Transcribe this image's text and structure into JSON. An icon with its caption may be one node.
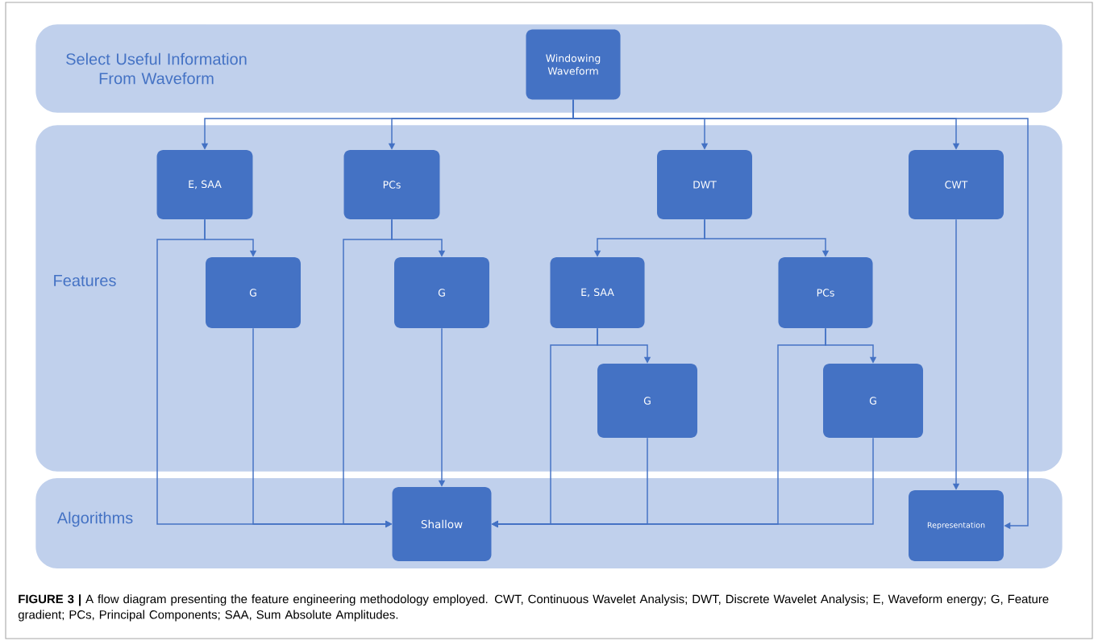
{
  "diagram": {
    "nodes": [
      {
        "text": [
          "Select Useful Information From Waveform"
        ]
      },
      {
        "text": [
          "Windowing Waveform"
        ],
        "in": 0
      },
      {
        "text": [
          "Features"
        ]
      },
      {
        "text": [
          "E, SAA"
        ],
        "in": 2
      },
      {
        "text": [
          "PCs"
        ],
        "in": 2
      },
      {
        "text": [
          "DWT"
        ],
        "in": 2
      },
      {
        "text": [
          "CWT"
        ],
        "in": 2
      },
      {
        "text": [
          "G"
        ],
        "in": 2
      },
      {
        "text": [
          "G"
        ],
        "in": 2
      },
      {
        "text": [
          "E, SAA"
        ],
        "in": 2
      },
      {
        "text": [
          "PCs"
        ],
        "in": 2
      },
      {
        "text": [
          "G"
        ],
        "in": 2
      },
      {
        "text": [
          "G"
        ],
        "in": 2
      },
      {
        "text": [
          "Algorithms"
        ]
      },
      {
        "text": [
          "Shallow"
        ],
        "in": 13
      },
      {
        "text": [
          "Representation"
        ],
        "in": 13
      }
    ],
    "edges": [
      {
        "from": 1,
        "to": 3,
        "arrow": "to"
      },
      {
        "from": 1,
        "to": 4,
        "arrow": "to"
      },
      {
        "from": 1,
        "to": 5,
        "arrow": "to"
      },
      {
        "from": 1,
        "to": 6,
        "arrow": "to"
      },
      {
        "from": 1,
        "to": 15,
        "arrow": "to"
      },
      {
        "from": 3,
        "to": 7,
        "arrow": "to"
      },
      {
        "from": 3,
        "to": 14,
        "arrow": "to"
      },
      {
        "from": 7,
        "to": 14,
        "arrow": "to"
      },
      {
        "from": 4,
        "to": 8,
        "arrow": "to"
      },
      {
        "from": 4,
        "to": 14,
        "arrow": "to"
      },
      {
        "from": 8,
        "to": 14,
        "arrow": "to"
      },
      {
        "from": 5,
        "to": 9,
        "arrow": "to"
      },
      {
        "from": 5,
        "to": 10,
        "arrow": "to"
      },
      {
        "from": 9,
        "to": 11,
        "arrow": "to"
      },
      {
        "from": 9,
        "to": 14,
        "arrow": "to"
      },
      {
        "from": 11,
        "to": 14,
        "arrow": "to"
      },
      {
        "from": 10,
        "to": 12,
        "arrow": "to"
      },
      {
        "from": 10,
        "to": 14,
        "arrow": "to"
      },
      {
        "from": 12,
        "to": 14,
        "arrow": "to"
      },
      {
        "from": 6,
        "to": 15,
        "arrow": "to"
      }
    ],
    "caption": "**FIGURE 3 |** A flow diagram presenting the feature engineering methodology employed. CWT, Continuous Wavelet Analysis; DWT, Discrete Wavelet Analysis; E, Waveform energy; G, Feature gradient; PCs, Principal Components; SAA, Sum Absolute Amplitudes."
  }
}
